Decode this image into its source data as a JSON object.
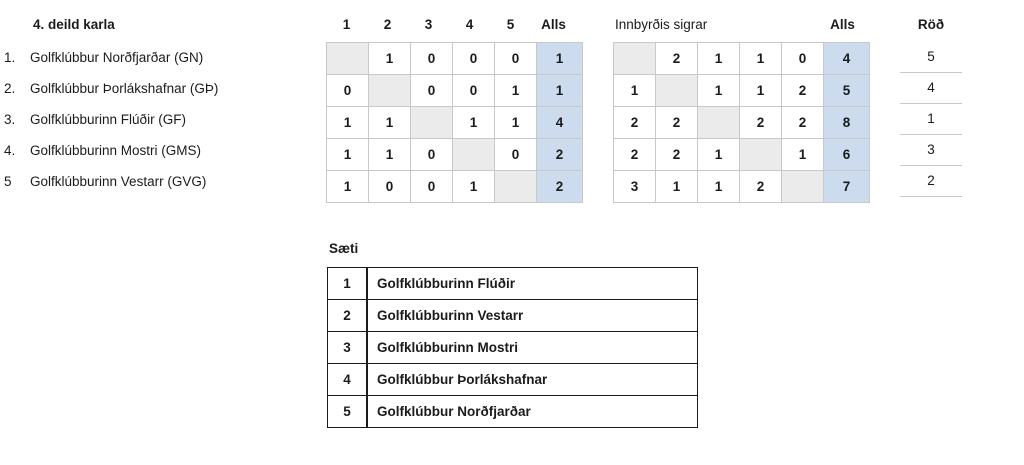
{
  "league": {
    "title": "4. deild karla",
    "teams": [
      {
        "rank": "1.",
        "name": "Golfklúbbur Norðfjarðar (GN)"
      },
      {
        "rank": "2.",
        "name": "Golfklúbbur Þorlákshafnar (GÞ)"
      },
      {
        "rank": "3.",
        "name": "Golfklúbburinn Flúðir (GF)"
      },
      {
        "rank": "4.",
        "name": "Golfklúbburinn Mostri (GMS)"
      },
      {
        "rank": "5",
        "name": "Golfklúbburinn Vestarr (GVG)"
      }
    ]
  },
  "results_matrix": {
    "caption": "",
    "column_headers": [
      "1",
      "2",
      "3",
      "4",
      "5"
    ],
    "total_header": "Alls",
    "rows": [
      {
        "cells": [
          "",
          "1",
          "0",
          "0",
          "0"
        ],
        "total": "1"
      },
      {
        "cells": [
          "0",
          "",
          "0",
          "0",
          "1"
        ],
        "total": "1"
      },
      {
        "cells": [
          "1",
          "1",
          "",
          "1",
          "1"
        ],
        "total": "4"
      },
      {
        "cells": [
          "1",
          "1",
          "0",
          "",
          "0"
        ],
        "total": "2"
      },
      {
        "cells": [
          "1",
          "0",
          "0",
          "1",
          ""
        ],
        "total": "2"
      }
    ]
  },
  "headtohead_matrix": {
    "caption": "Innbyrðis sigrar",
    "total_header": "Alls",
    "rows": [
      {
        "cells": [
          "",
          "2",
          "1",
          "1",
          "0"
        ],
        "total": "4"
      },
      {
        "cells": [
          "1",
          "",
          "1",
          "1",
          "2"
        ],
        "total": "5"
      },
      {
        "cells": [
          "2",
          "2",
          "",
          "2",
          "2"
        ],
        "total": "8"
      },
      {
        "cells": [
          "2",
          "2",
          "1",
          "",
          "1"
        ],
        "total": "6"
      },
      {
        "cells": [
          "3",
          "1",
          "1",
          "2",
          ""
        ],
        "total": "7"
      }
    ]
  },
  "order_column": {
    "header": "Röð",
    "values": [
      "5",
      "4",
      "1",
      "3",
      "2"
    ]
  },
  "standings": {
    "title": "Sæti",
    "rows": [
      {
        "position": "1",
        "club": "Golfklúbburinn Flúðir"
      },
      {
        "position": "2",
        "club": "Golfklúbburinn Vestarr"
      },
      {
        "position": "3",
        "club": "Golfklúbburinn Mostri"
      },
      {
        "position": "4",
        "club": "Golfklúbbur Þorlákshafnar"
      },
      {
        "position": "5",
        "club": "Golfklúbbur Norðfjarðar"
      }
    ]
  },
  "colors": {
    "total_cell_bg": "#ccdcee",
    "diagonal_cell_bg": "#ebebeb",
    "matrix_border": "#c8c8c8",
    "standings_border": "#1b1b1b",
    "text": "#1b1b1b"
  }
}
